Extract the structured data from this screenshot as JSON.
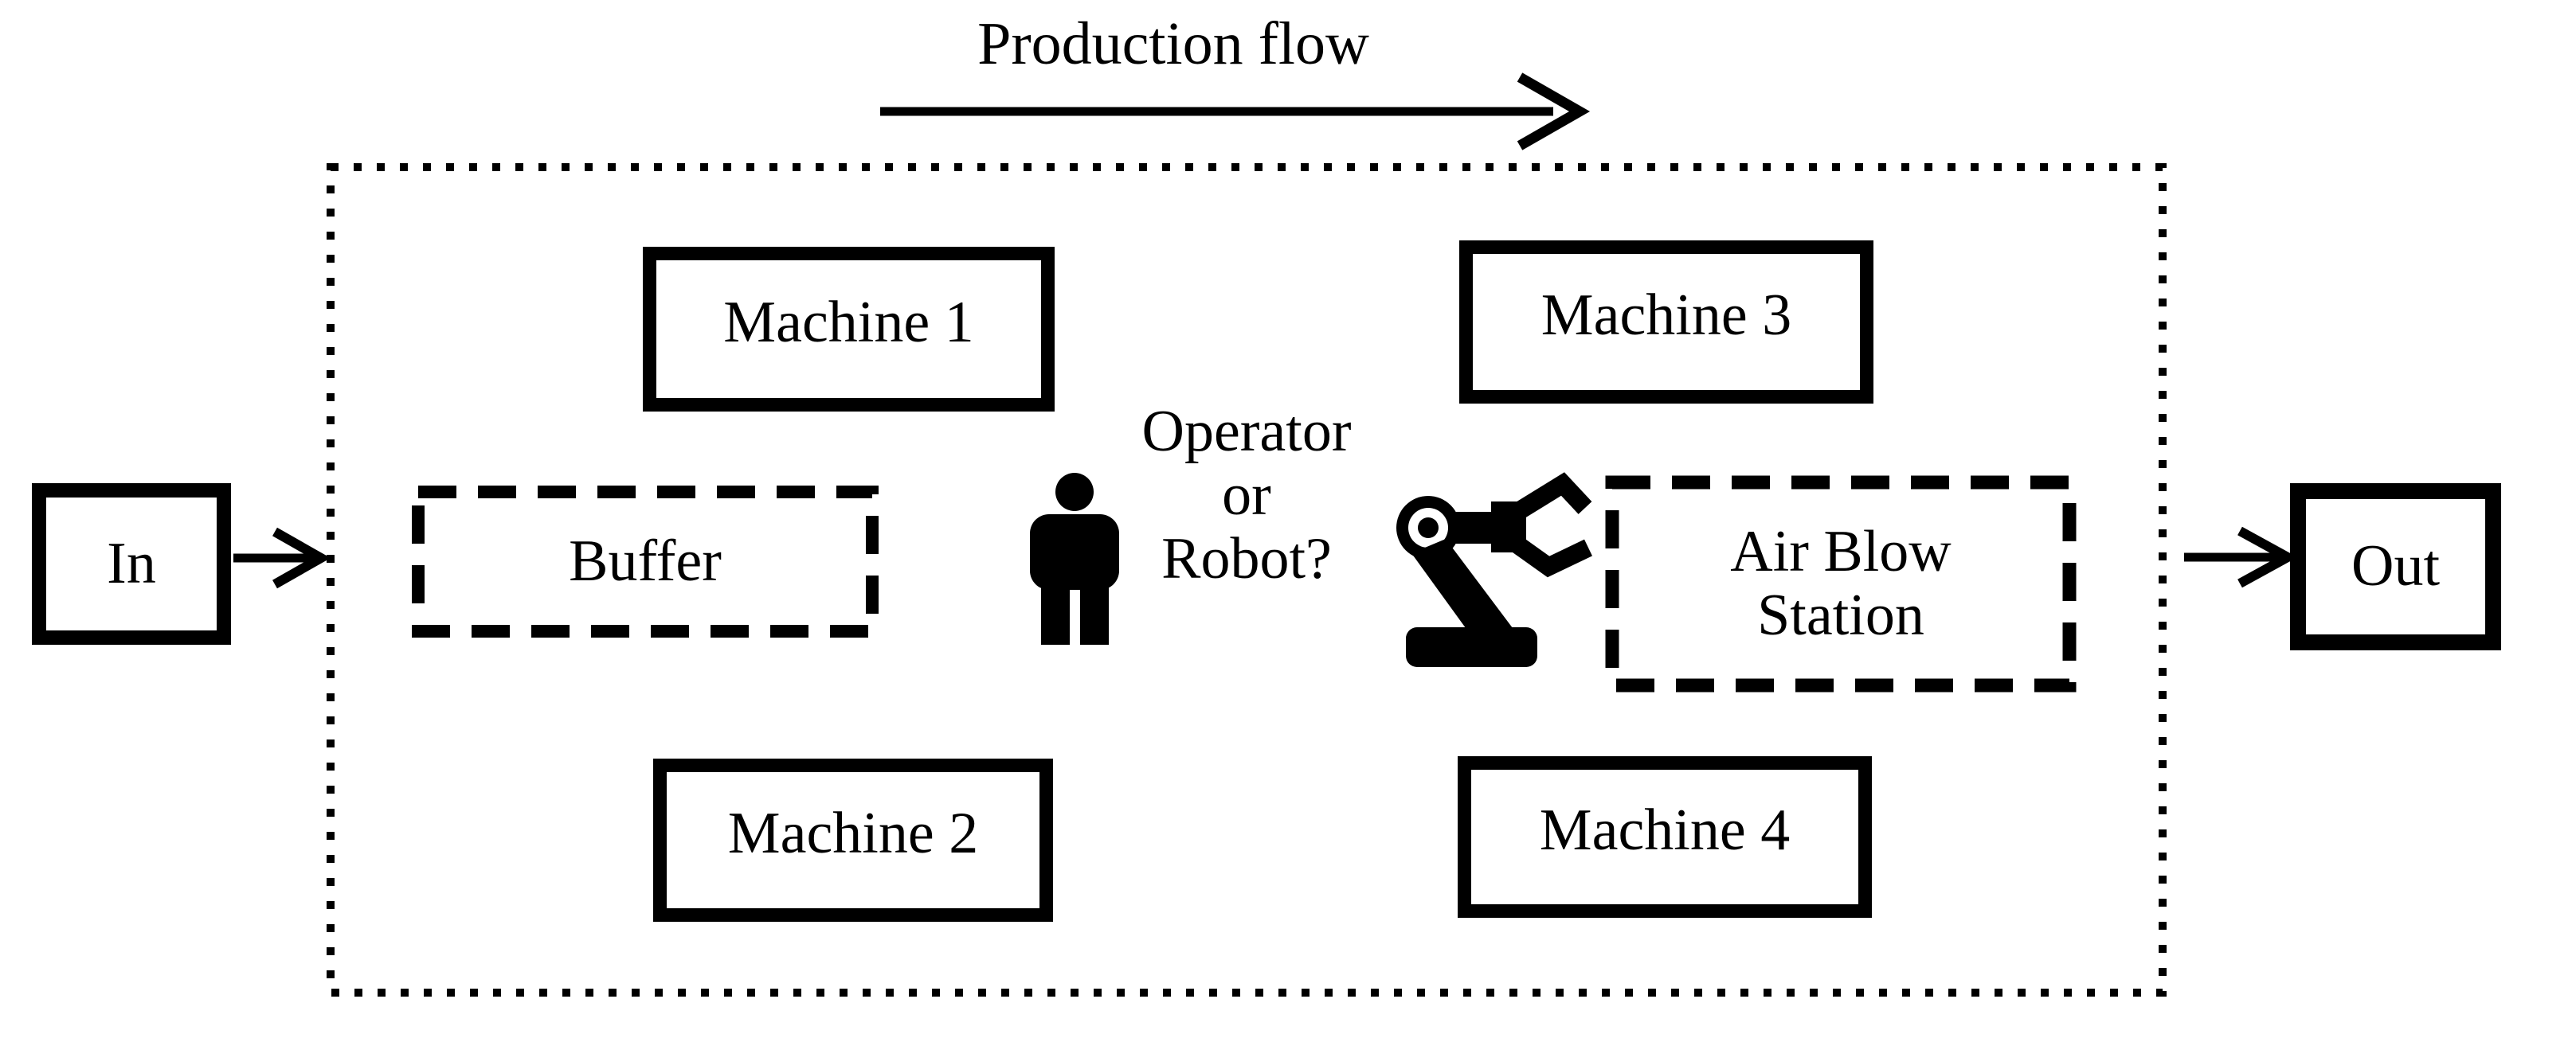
{
  "title": "Production flow",
  "diagram": {
    "in_label": "In",
    "out_label": "Out",
    "machines": [
      "Machine 1",
      "Machine 2",
      "Machine 3",
      "Machine 4"
    ],
    "buffer_label": "Buffer",
    "air_blow_label": "Air Blow\nStation",
    "operator_question": "Operator\nor\nRobot?",
    "icons": {
      "person": "person-icon",
      "robot": "robot-arm-icon",
      "arrows": [
        "production-flow-arrow",
        "in-arrow",
        "out-arrow"
      ]
    },
    "colors": {
      "ink": "#000000",
      "background": "#ffffff"
    }
  }
}
